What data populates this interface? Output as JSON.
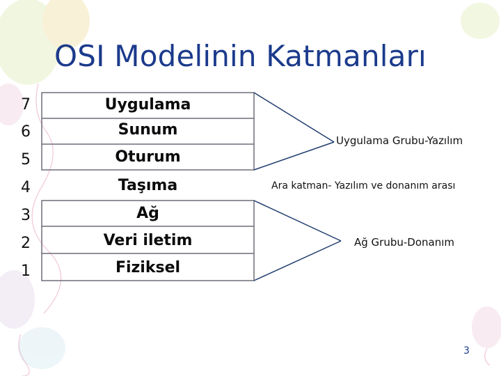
{
  "title": "OSI Modelinin Katmanları",
  "layers": [
    {
      "number": "7",
      "name": "Uygulama"
    },
    {
      "number": "6",
      "name": "Sunum"
    },
    {
      "number": "5",
      "name": "Oturum"
    },
    {
      "number": "4",
      "name": "Taşıma"
    },
    {
      "number": "3",
      "name": "Ağ"
    },
    {
      "number": "2",
      "name": "Veri iletim"
    },
    {
      "number": "1",
      "name": "Fiziksel"
    }
  ],
  "groups": {
    "upper": "Uygulama Grubu-Yazılım",
    "middle": "Ara katman- Yazılım ve donanım arası",
    "lower": "Ağ Grubu-Donanım"
  },
  "page_number": "3",
  "colors": {
    "title": "#1b3a8c",
    "box_border": "#6d6d78",
    "arrow_line": "#1f3d6e"
  }
}
